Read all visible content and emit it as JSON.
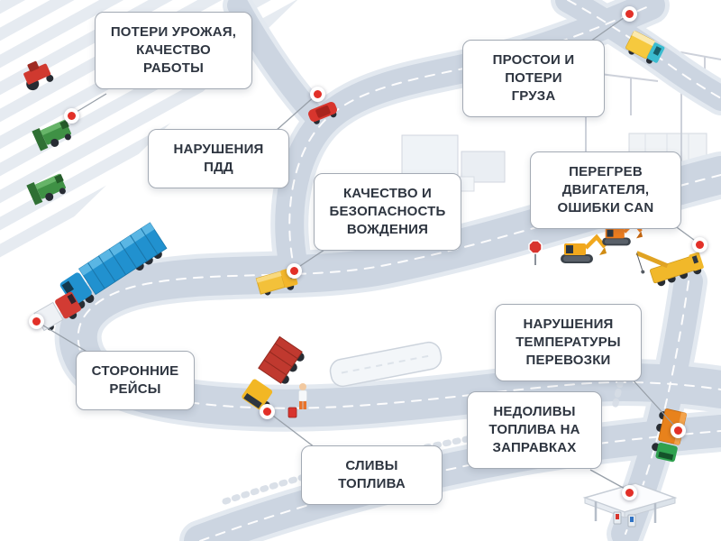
{
  "colors": {
    "marker_red": "#e23028",
    "box_border": "#a3aab4",
    "text": "#2e3540",
    "road": "#ccd5e1"
  },
  "callouts": [
    {
      "id": "crop-losses",
      "label": "ПОТЕРИ УРОЖАЯ,\nКАЧЕСТВО\nРАБОТЫ"
    },
    {
      "id": "downtime-cargo-loss",
      "label": "ПРОСТОИ И\nПОТЕРИ\nГРУЗА"
    },
    {
      "id": "traffic-violations",
      "label": "НАРУШЕНИЯ\nПДД"
    },
    {
      "id": "driving-quality-safety",
      "label": "КАЧЕСТВО И\nБЕЗОПАСНОСТЬ\nВОЖДЕНИЯ"
    },
    {
      "id": "engine-overheat-can",
      "label": "ПЕРЕГРЕВ\nДВИГАТЕЛЯ,\nОШИБКИ CAN"
    },
    {
      "id": "transport-temperature",
      "label": "НАРУШЕНИЯ\nТЕМПЕРАТУРЫ\nПЕРЕВОЗКИ"
    },
    {
      "id": "third-party-trips",
      "label": "СТОРОННИЕ\nРЕЙСЫ"
    },
    {
      "id": "fuel-underfill",
      "label": "НЕДОЛИВЫ\nТОПЛИВА НА\nЗАПРАВКАХ"
    },
    {
      "id": "fuel-drain",
      "label": "СЛИВЫ\nТОПЛИВА"
    }
  ],
  "illustration_icons": [
    "tractor-red-icon",
    "combine-harvester-icon",
    "car-red-icon",
    "container-truck-blue-icon",
    "truck-red-icon",
    "truck-yellow-small-icon",
    "dump-truck-icon",
    "worker-figure-icon",
    "fuel-canister-icon",
    "van-yellow-icon",
    "excavator-yellow-icon",
    "excavator-orange-icon",
    "crane-truck-icon",
    "stop-sign-icon",
    "truck-green-icon",
    "gas-station-icon",
    "tower-crane-icon",
    "issue-marker-icon"
  ]
}
